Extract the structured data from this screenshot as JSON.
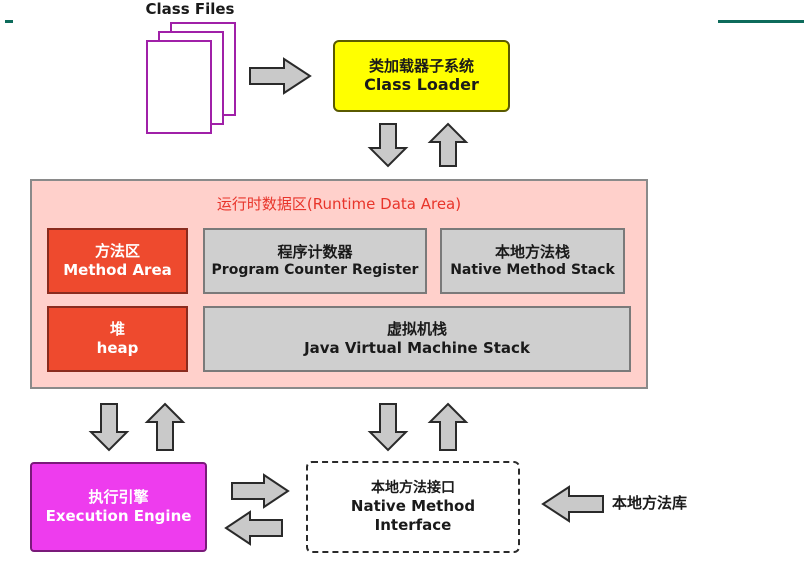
{
  "class_files": {
    "label": "Class Files"
  },
  "class_loader": {
    "title_cn": "类加载器子系统",
    "title_en": "Class Loader",
    "fill": "#ffff00"
  },
  "runtime_data_area": {
    "title": "运行时数据区(Runtime Data Area)",
    "title_color": "#e8342a",
    "fill": "#ffd0cb",
    "method_area": {
      "cn": "方法区",
      "en": "Method Area"
    },
    "program_counter": {
      "cn": "程序计数器",
      "en": "Program Counter Register"
    },
    "native_method_stack": {
      "cn": "本地方法栈",
      "en": "Native Method Stack"
    },
    "heap": {
      "cn": "堆",
      "en": "heap"
    },
    "jvm_stack": {
      "cn": "虚拟机栈",
      "en": "Java Virtual Machine Stack"
    }
  },
  "execution_engine": {
    "cn": "执行引擎",
    "en": "Execution Engine",
    "fill": "#ee3cee"
  },
  "native_interface": {
    "cn": "本地方法接口",
    "en_line1": "Native Method",
    "en_line2": "Interface"
  },
  "native_library": {
    "label": "本地方法库"
  },
  "arrow_color": "#c9c9c9"
}
